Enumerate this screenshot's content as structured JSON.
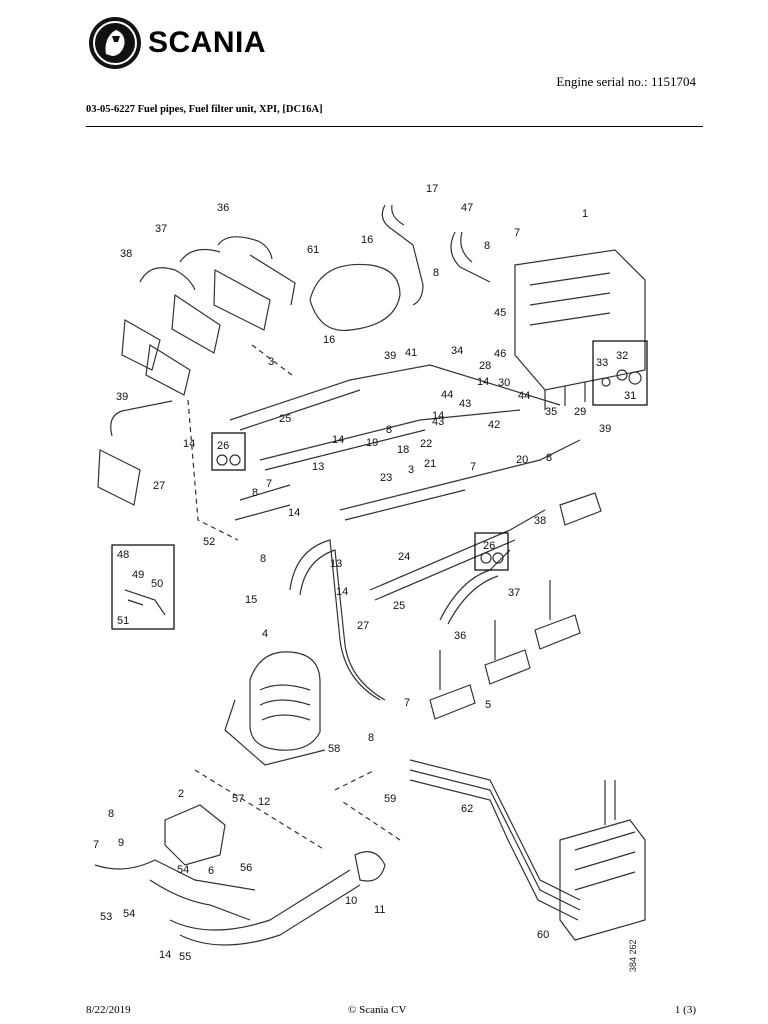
{
  "header": {
    "logo_text": "SCANIA",
    "engine_serial": "Engine serial no.: 1151704",
    "document_title": "03-05-6227 Fuel pipes, Fuel filter unit, XPI, [DC16A]"
  },
  "diagram": {
    "watermark": "384 262",
    "callouts": [
      "1",
      "2",
      "3",
      "3",
      "4",
      "5",
      "6",
      "7",
      "7",
      "7",
      "7",
      "7",
      "8",
      "8",
      "8",
      "8",
      "8",
      "8",
      "8",
      "8",
      "9",
      "10",
      "11",
      "12",
      "13",
      "13",
      "14",
      "14",
      "14",
      "14",
      "14",
      "14",
      "14",
      "15",
      "16",
      "16",
      "17",
      "18",
      "19",
      "20",
      "21",
      "22",
      "23",
      "24",
      "25",
      "25",
      "26",
      "26",
      "27",
      "27",
      "28",
      "29",
      "30",
      "31",
      "32",
      "33",
      "34",
      "35",
      "36",
      "36",
      "37",
      "37",
      "38",
      "38",
      "39",
      "39",
      "39",
      "41",
      "42",
      "43",
      "43",
      "44",
      "44",
      "45",
      "46",
      "47",
      "48",
      "49",
      "50",
      "51",
      "52",
      "53",
      "54",
      "54",
      "55",
      "56",
      "57",
      "58",
      "59",
      "60",
      "61",
      "62"
    ]
  },
  "footer": {
    "date": "8/22/2019",
    "copyright": "© Scania CV",
    "page": "1 (3)"
  }
}
